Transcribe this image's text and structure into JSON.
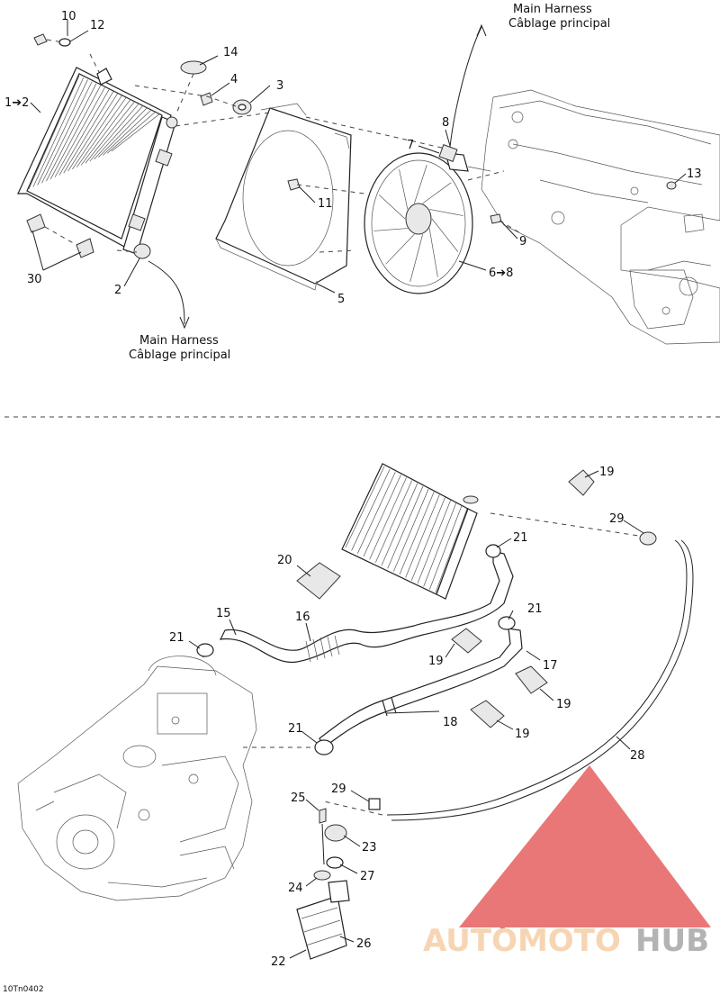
{
  "diagram": {
    "harness_label_top": {
      "line1": "Main Harness",
      "line2": "Câblage principal"
    },
    "harness_label_bottom": {
      "line1": "Main Harness",
      "line2": "Câblage principal"
    },
    "figure_code": "10Tn0402",
    "callouts_top": {
      "c10": "10",
      "c12": "12",
      "c14": "14",
      "c4": "4",
      "c3": "3",
      "c1to2": "1➔2",
      "c8": "8",
      "c7": "7",
      "c13": "13",
      "c11": "11",
      "c9": "9",
      "c6to8": "6➔8",
      "c30": "30",
      "c2": "2",
      "c5": "5"
    },
    "callouts_bottom": {
      "c19a": "19",
      "c29a": "29",
      "c21a": "21",
      "c20": "20",
      "c21b": "21",
      "c15": "15",
      "c16": "16",
      "c21c": "21",
      "c19b": "19",
      "c17": "17",
      "c19c": "19",
      "c18": "18",
      "c19d": "19",
      "c21d": "21",
      "c28": "28",
      "c29b": "29",
      "c25": "25",
      "c23": "23",
      "c24": "24",
      "c27": "27",
      "c22": "22",
      "c26": "26"
    },
    "watermark": {
      "brand_part1": "AUTOMOTO",
      "brand_part2": "HUB"
    },
    "colors": {
      "watermark_red": "#e24a4a",
      "watermark_orange": "#f5c89a",
      "watermark_gray": "#9a9a9a"
    }
  }
}
